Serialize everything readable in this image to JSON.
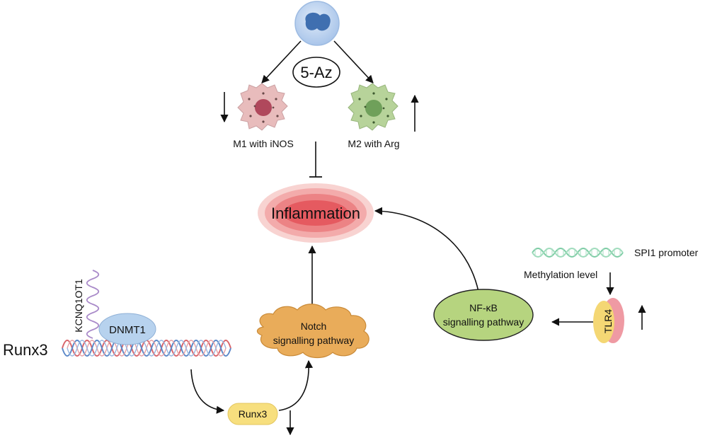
{
  "labels": {
    "drug": "5-Az",
    "m1": "M1 with iNOS",
    "m2": "M2 with Arg",
    "inflammation": "Inflammation",
    "spi1": "SPI1 promoter",
    "methylation": "Methylation level",
    "tlr4": "TLR4",
    "nfkb_line1": "NF-κB",
    "nfkb_line2": "signalling pathway",
    "notch_line1": "Notch",
    "notch_line2": "signalling pathway",
    "dnmt1": "DNMT1",
    "kcnq": "KCNQ1OT1",
    "runx3_gene": "Runx3",
    "runx3_protein": "Runx3"
  },
  "colors": {
    "monocyte": "#8fb3e3",
    "nucleus": "#3f6fb0",
    "m1_cell": "#e8bcbc",
    "m1_nucleus": "#b0485c",
    "m2_cell": "#b7d39a",
    "m2_nucleus": "#6fa05a",
    "inflammation_core": "#e8535a",
    "inflammation_outer": "#f5c6c4",
    "notch_cloud": "#e9ac5a",
    "nfkb_ellipse": "#b6d47f",
    "dnmt1": "#b7d2ee",
    "runx3_pill": "#f7df7e",
    "tlr4_left": "#f4d774",
    "tlr4_right": "#ef9aa3",
    "dna_red": "#d9656b",
    "dna_blue": "#5b88c8",
    "spi1_dna": "#7ccca4",
    "kcnq_rna": "#a98ac9"
  },
  "indicators": {
    "m1": "down-arrow",
    "m2": "up-arrow",
    "tlr4": "up-arrow",
    "runx3": "down-arrow"
  }
}
